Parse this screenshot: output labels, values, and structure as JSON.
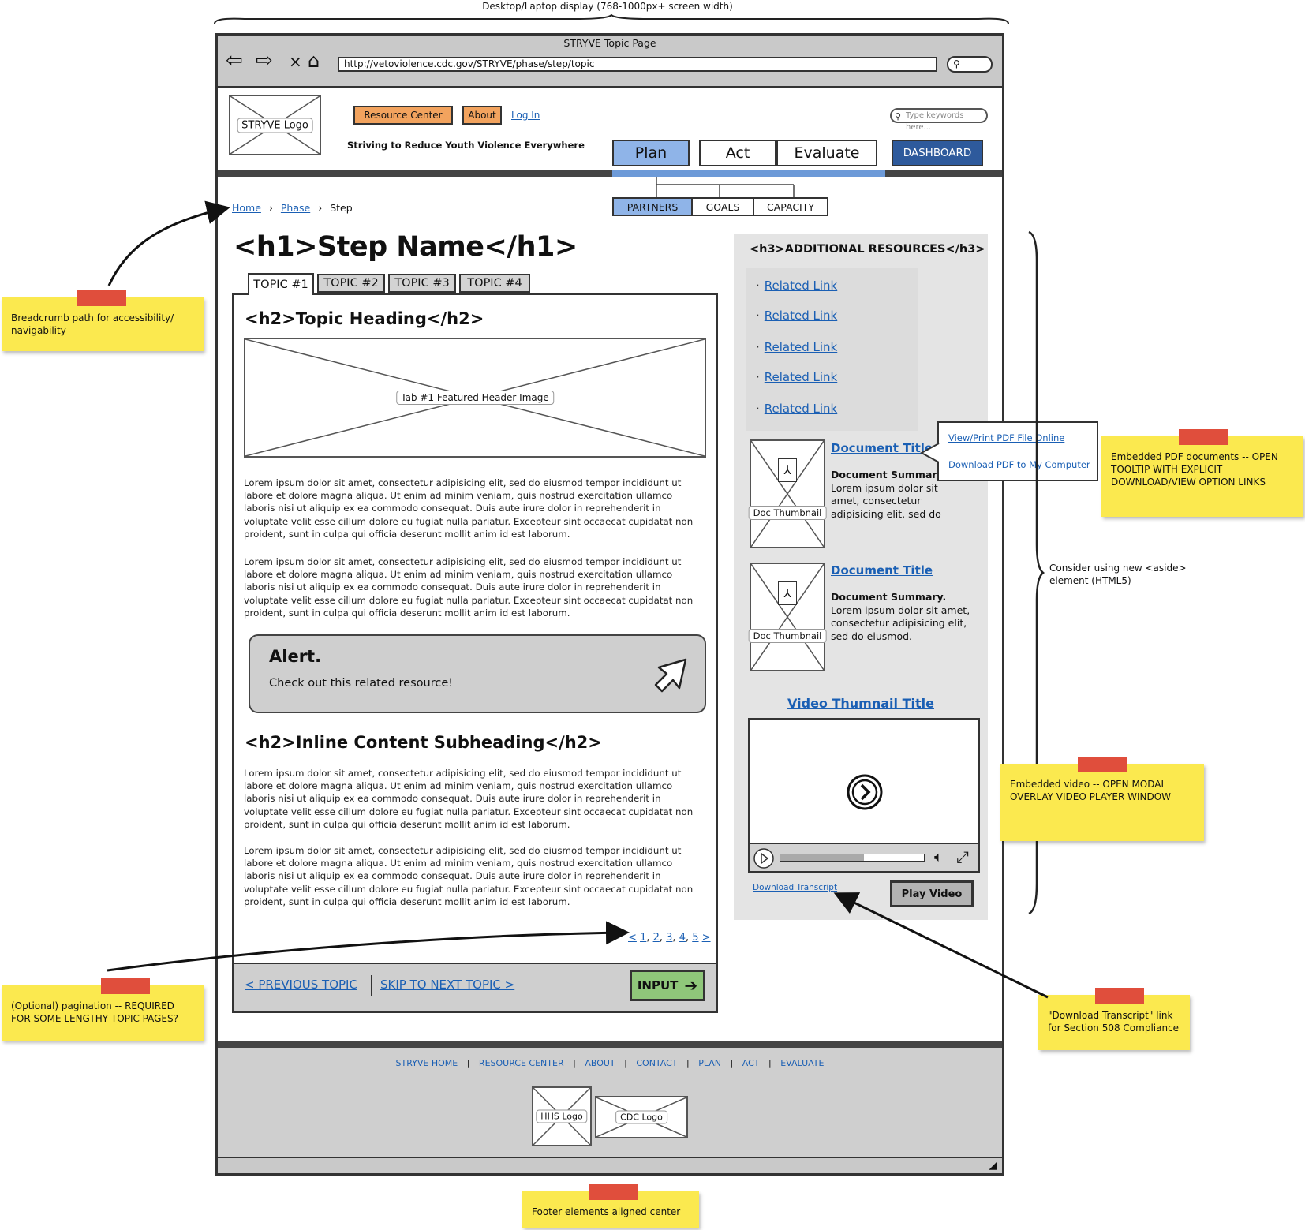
{
  "top_caption": "Desktop/Laptop display (768-1000px+ screen width)",
  "browser": {
    "title": "STRYVE Topic Page",
    "url": "http://vetoviolence.cdc.gov/STRYVE/phase/step/topic"
  },
  "header": {
    "logo_label": "STRYVE Logo",
    "resource_center": "Resource Center",
    "about": "About",
    "login": "Log In",
    "search_placeholder": "Type keywords here...",
    "tagline": "Striving to Reduce Youth Violence Everywhere",
    "nav": {
      "plan": "Plan",
      "act": "Act",
      "evaluate": "Evaluate",
      "dashboard": "DASHBOARD"
    },
    "subnav": {
      "partners": "PARTNERS",
      "goals": "GOALS",
      "capacity": "CAPACITY"
    }
  },
  "breadcrumb": {
    "home": "Home",
    "phase": "Phase",
    "current": "Step"
  },
  "main": {
    "h1": "<h1>Step Name</h1>",
    "tabs": [
      "TOPIC #1",
      "TOPIC #2",
      "TOPIC #3",
      "TOPIC #4"
    ],
    "h2_topic": "<h2>Topic Heading</h2>",
    "header_image_label": "Tab #1 Featured Header Image",
    "lorem": "Lorem ipsum dolor sit amet, consectetur adipisicing elit, sed do eiusmod tempor incididunt ut labore et dolore magna aliqua. Ut enim ad minim veniam, quis nostrud exercitation ullamco laboris nisi ut aliquip ex ea commodo consequat. Duis aute irure dolor in reprehenderit in voluptate velit esse cillum dolore eu fugiat nulla pariatur. Excepteur sint occaecat cupidatat non proident, sunt in culpa qui officia deserunt mollit anim id est laborum.",
    "alert_title": "Alert.",
    "alert_text": "Check out this related resource!",
    "h2_inline": "<h2>Inline Content Subheading</h2>",
    "pagination": {
      "prev": "<",
      "pages": [
        "1",
        "2",
        "3",
        "4",
        "5"
      ],
      "next": ">"
    },
    "prev_topic": "< PREVIOUS TOPIC",
    "next_topic": "SKIP TO NEXT TOPIC >",
    "input_button": "INPUT"
  },
  "aside": {
    "h3": "<h3>ADDITIONAL RESOURCES</h3>",
    "related_links": [
      "Related Link",
      "Related Link",
      "Related Link",
      "Related Link",
      "Related Link"
    ],
    "docs": [
      {
        "thumb": "Doc Thumbnail",
        "title": "Document Title",
        "summary_bold": "Document Summary.",
        "summary": "Lorem ipsum dolor sit amet, consectetur adipisicing elit, sed do eiusmod."
      },
      {
        "thumb": "Doc Thumbnail",
        "title": "Document Title",
        "summary_bold": "Document Summary.",
        "summary": "Lorem ipsum dolor sit amet, consectetur adipisicing elit, sed do eiusmod."
      }
    ],
    "tooltip": {
      "view": "View/Print PDF File Online",
      "download": "Download PDF to My Computer"
    },
    "video_title": "Video Thumnail Title",
    "download_transcript": "Download Transcript",
    "play_video": "Play Video"
  },
  "footer": {
    "links": [
      "STRYVE HOME",
      "RESOURCE CENTER",
      "ABOUT",
      "CONTACT",
      "PLAN",
      "ACT",
      "EVALUATE"
    ],
    "hhs_logo": "HHS Logo",
    "cdc_logo": "CDC Logo"
  },
  "notes": {
    "breadcrumb": "Breadcrumb path for accessibility/ navigability",
    "pdf": "Embedded PDF documents -- OPEN TOOLTIP WITH EXPLICIT DOWNLOAD/VIEW OPTION LINKS",
    "aside": "Consider using new <aside> element (HTML5)",
    "video": "Embedded video -- OPEN MODAL OVERLAY VIDEO PLAYER WINDOW",
    "pagination": "(Optional) pagination -- REQUIRED FOR SOME LENGTHY TOPIC PAGES?",
    "transcript": "\"Download Transcript\" link for Section 508 Compliance",
    "footer": "Footer elements aligned center"
  },
  "colors": {
    "nav_blue": "#8fb4e8",
    "dashboard_blue": "#2e5a9c",
    "orange": "#f2a35e",
    "green": "#8fc77a",
    "sticky": "#fbe94f",
    "tape": "#e04e3c"
  }
}
